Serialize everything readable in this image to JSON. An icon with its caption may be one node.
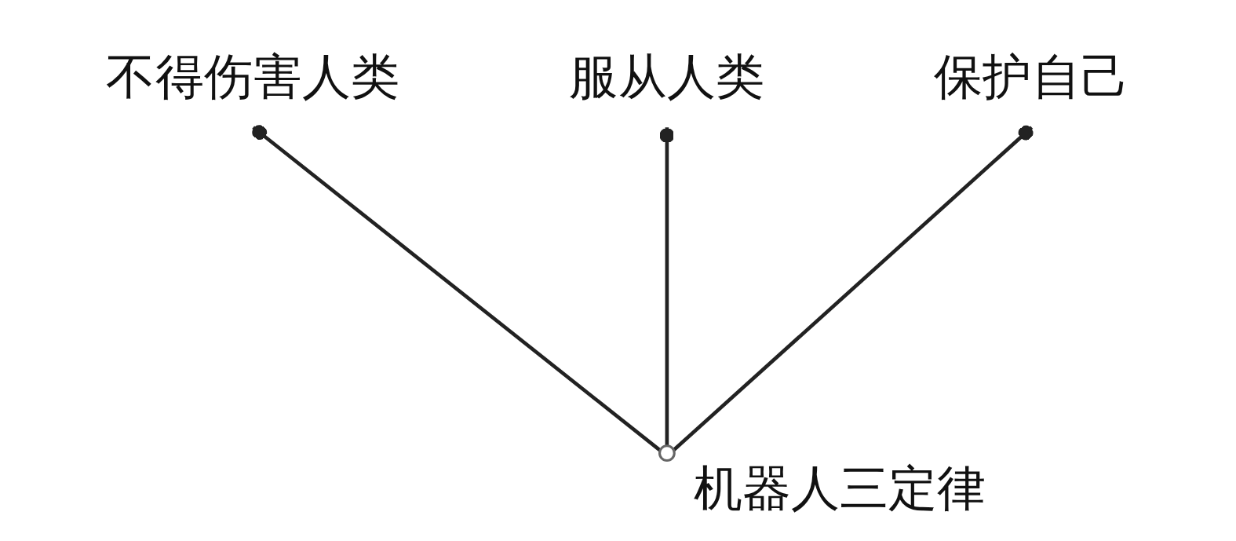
{
  "diagram": {
    "nodes": [
      {
        "text": [],
        "shape": "circle",
        "beside": [
          "机器人三定律"
        ]
      },
      {
        "text": [
          "不得伤害人类"
        ]
      },
      {
        "text": [
          "服从人类"
        ]
      },
      {
        "text": [
          "保护自己"
        ]
      }
    ],
    "edges": [
      {
        "from": 0,
        "to": 1,
        "arrow": "other"
      },
      {
        "from": 0,
        "to": 2,
        "arrow": "other"
      },
      {
        "from": 0,
        "to": 3,
        "arrow": "other"
      }
    ]
  }
}
